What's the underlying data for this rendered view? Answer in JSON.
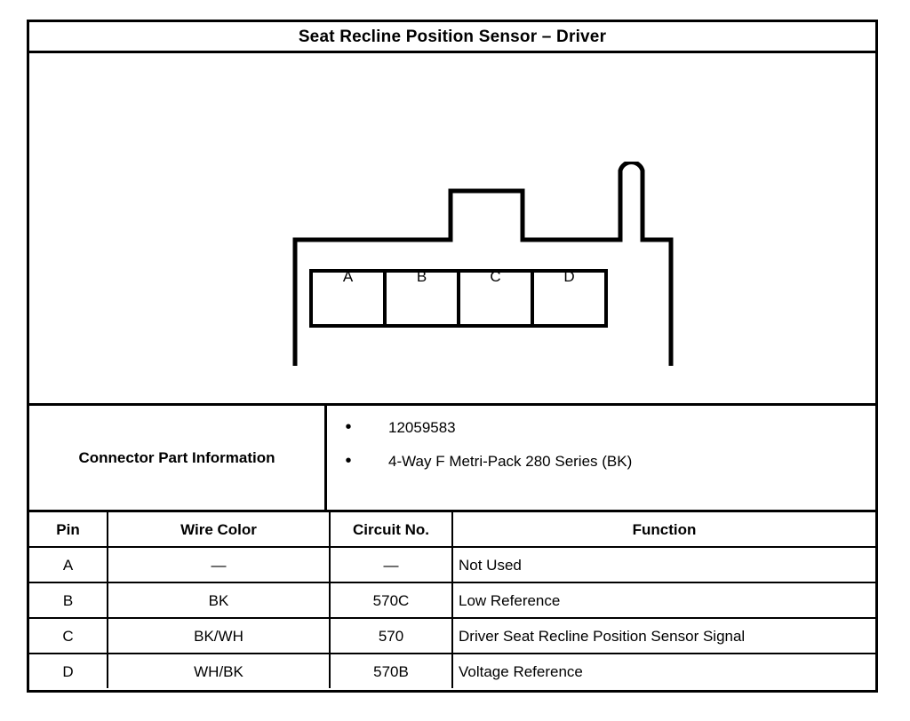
{
  "title": "Seat Recline Position Sensor – Driver",
  "connector_diagram": {
    "cavities": [
      "A",
      "B",
      "C",
      "D"
    ],
    "features": [
      "connector-body",
      "top-tab",
      "latch-post"
    ]
  },
  "part_info": {
    "label": "Connector Part Information",
    "bullet_glyph": "•",
    "items": [
      "12059583",
      "4-Way F Metri-Pack 280 Series (BK)"
    ]
  },
  "pin_table": {
    "headers": [
      "Pin",
      "Wire Color",
      "Circuit No.",
      "Function"
    ],
    "rows": [
      {
        "pin": "A",
        "wire_color": "—",
        "circuit_no": "—",
        "function": "Not Used"
      },
      {
        "pin": "B",
        "wire_color": "BK",
        "circuit_no": "570C",
        "function": "Low Reference"
      },
      {
        "pin": "C",
        "wire_color": "BK/WH",
        "circuit_no": "570",
        "function": "Driver Seat Recline Position Sensor Signal"
      },
      {
        "pin": "D",
        "wire_color": "WH/BK",
        "circuit_no": "570B",
        "function": "Voltage Reference"
      }
    ]
  },
  "colors": {
    "ink": "#000000",
    "paper": "#ffffff"
  }
}
